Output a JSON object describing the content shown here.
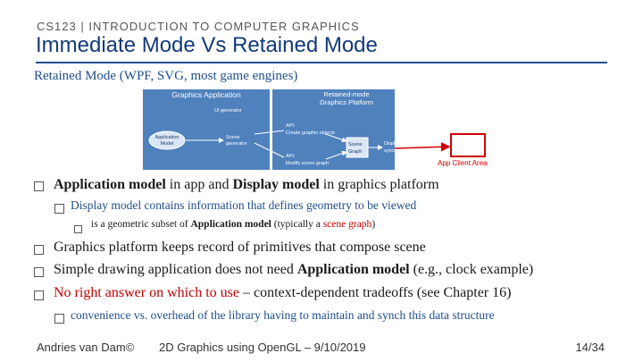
{
  "header": {
    "course": "CS123 | INTRODUCTION TO COMPUTER GRAPHICS",
    "title": "Immediate Mode Vs Retained Mode"
  },
  "subtitle": "Retained Mode (WPF, SVG, most game engines)",
  "diagram": {
    "app_title": "Graphics Application",
    "platform_title_line1": "Retained-mode",
    "platform_title_line2": "Graphics Platform",
    "ui_generator": "UI generator",
    "app_model_line1": "Application",
    "app_model_line2": "Model",
    "scene_gen_line1": "Scene",
    "scene_gen_line2": "generator",
    "api1": "API:",
    "create_objects": "Create graphic objects",
    "api2": "API:",
    "modify_scene": "Modify scene graph",
    "scene_graph_line1": "Scene",
    "scene_graph_line2": "Graph",
    "display_sync_line1": "Display",
    "display_sync_line2": "synchronizer",
    "app_client_area": "App Client Area"
  },
  "bullets": {
    "b1_a": "Application model",
    "b1_b": " in app and ",
    "b1_c": "Display model",
    "b1_d": " in graphics platform",
    "b1_1": "Display model contains information that defines geometry to be viewed",
    "b1_1_1_a": "is a geometric subset of ",
    "b1_1_1_b": "Application model",
    "b1_1_1_c": " (typically a ",
    "b1_1_1_d": "scene graph",
    "b1_1_1_e": ")",
    "b2": "Graphics platform keeps record of primitives that compose scene",
    "b3_a": "Simple drawing application does not need ",
    "b3_b": "Application model",
    "b3_c": " (e.g., clock example)",
    "b4_a": "No right answer on which to use",
    "b4_b": " – context-dependent tradeoffs (see Chapter 16)",
    "b4_1": "convenience vs. overhead of the library having to maintain and synch this data structure"
  },
  "footer": {
    "author": "Andries van Dam©",
    "lecture": "2D Graphics using OpenGL – 9/10/2019",
    "page": "14/34"
  }
}
